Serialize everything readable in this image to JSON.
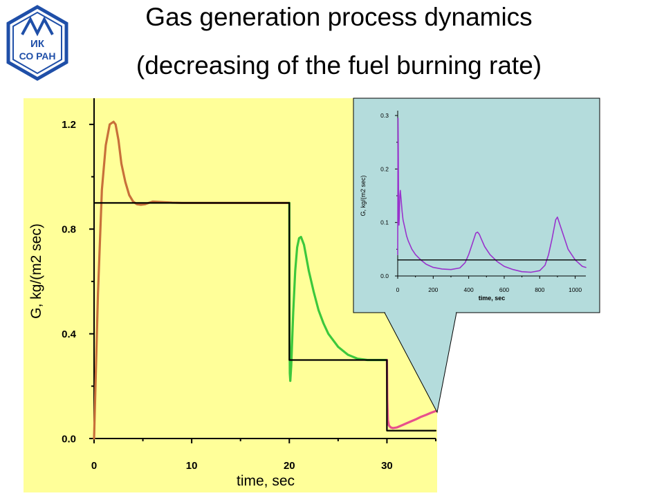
{
  "slide": {
    "title_line_1": "Gas generation process dynamics",
    "title_line_2": "(decreasing of the fuel burning rate)",
    "logo_text_line_1": "ИК",
    "logo_text_line_2": "СО РАН"
  },
  "colors": {
    "main_plot_background": "#ffff99",
    "inset_background": "#b4dcdc",
    "logo_blue": "#1f4fa8",
    "stage1_curve": "#c8703a",
    "stage2_curve": "#3cc83c",
    "stage3_curve": "#e8508c",
    "inset_curve": "#9932cc",
    "reference_line": "#000000"
  },
  "chart_data": [
    {
      "id": "main",
      "type": "line",
      "title": "",
      "xlabel": "time, sec",
      "ylabel": "G, kg/(m2 sec)",
      "xlim": [
        0,
        35
      ],
      "ylim": [
        0,
        1.3
      ],
      "x_ticks": [
        0,
        10,
        20,
        30
      ],
      "x_tick_labels": [
        "0",
        "10",
        "20",
        "30"
      ],
      "y_ticks": [
        0,
        0.4,
        0.8,
        1.2
      ],
      "y_tick_labels": [
        "0.0",
        "0.4",
        "0.8",
        "1.2"
      ],
      "grid": false,
      "legend": "none",
      "series": [
        {
          "color": "#c8703a",
          "x": [
            0,
            0.4,
            0.8,
            1.2,
            1.6,
            2.0,
            2.2,
            2.5,
            2.8,
            3.2,
            3.6,
            4.0,
            4.4,
            4.8,
            5.2,
            5.6,
            6.0,
            7.0,
            8.0,
            9.0,
            10.0,
            12.0,
            14.0,
            16.0,
            18.0,
            20.0
          ],
          "y": [
            0,
            0.55,
            0.95,
            1.12,
            1.2,
            1.21,
            1.2,
            1.14,
            1.05,
            0.98,
            0.93,
            0.905,
            0.895,
            0.893,
            0.895,
            0.9,
            0.905,
            0.903,
            0.901,
            0.9,
            0.9,
            0.9,
            0.9,
            0.9,
            0.9,
            0.9
          ]
        },
        {
          "color": "#3cc83c",
          "x": [
            20.0,
            20.02,
            20.05,
            20.1,
            20.2,
            20.4,
            20.6,
            20.8,
            21.0,
            21.2,
            21.5,
            22.0,
            22.5,
            23.0,
            23.5,
            24.0,
            25.0,
            26.0,
            27.0,
            28.0,
            29.0,
            30.0
          ],
          "y": [
            0.9,
            0.5,
            0.25,
            0.22,
            0.28,
            0.48,
            0.64,
            0.73,
            0.765,
            0.77,
            0.74,
            0.64,
            0.56,
            0.49,
            0.44,
            0.4,
            0.35,
            0.32,
            0.305,
            0.3,
            0.3,
            0.3
          ]
        },
        {
          "color": "#e8508c",
          "x": [
            30.0,
            30.03,
            30.1,
            30.2,
            30.4,
            30.6,
            31.0,
            31.5,
            32.0,
            32.5,
            33.0,
            33.5,
            34.0,
            34.5,
            35.0
          ],
          "y": [
            0.3,
            0.15,
            0.07,
            0.05,
            0.042,
            0.04,
            0.042,
            0.05,
            0.058,
            0.066,
            0.074,
            0.083,
            0.09,
            0.098,
            0.105
          ]
        },
        {
          "color": "#000000",
          "x": [
            0.1,
            20.0,
            20.0,
            30.0,
            30.0,
            35.0
          ],
          "y": [
            0.9,
            0.9,
            0.3,
            0.3,
            0.03,
            0.03
          ]
        }
      ]
    },
    {
      "id": "inset",
      "type": "line",
      "title": "",
      "xlabel": "time, sec",
      "ylabel": "G, kg/(m2 sec)",
      "xlim": [
        0,
        1060
      ],
      "ylim": [
        0,
        0.3
      ],
      "x_ticks": [
        0,
        200,
        400,
        600,
        800,
        1000
      ],
      "x_tick_labels": [
        "0",
        "200",
        "400",
        "600",
        "800",
        "1000"
      ],
      "y_ticks": [
        0,
        0.1,
        0.2,
        0.3
      ],
      "y_tick_labels": [
        "0.0",
        "0.1",
        "0.2",
        "0.3"
      ],
      "grid": false,
      "legend": "none",
      "series": [
        {
          "color": "#9932cc",
          "x": [
            0,
            1,
            2,
            3,
            5,
            7,
            9,
            12,
            15,
            20,
            25,
            30,
            40,
            50,
            60,
            80,
            100,
            130,
            160,
            200,
            250,
            300,
            350,
            380,
            400,
            420,
            440,
            450,
            460,
            470,
            490,
            520,
            560,
            600,
            650,
            700,
            750,
            800,
            830,
            850,
            870,
            890,
            900,
            910,
            930,
            960,
            1000,
            1040,
            1060
          ],
          "y": [
            0.04,
            0.22,
            0.295,
            0.25,
            0.13,
            0.095,
            0.11,
            0.15,
            0.16,
            0.14,
            0.12,
            0.105,
            0.09,
            0.075,
            0.065,
            0.05,
            0.04,
            0.03,
            0.022,
            0.016,
            0.013,
            0.012,
            0.015,
            0.025,
            0.04,
            0.06,
            0.08,
            0.082,
            0.078,
            0.07,
            0.055,
            0.04,
            0.027,
            0.018,
            0.012,
            0.008,
            0.007,
            0.01,
            0.02,
            0.04,
            0.07,
            0.105,
            0.11,
            0.1,
            0.08,
            0.05,
            0.03,
            0.018,
            0.016
          ]
        },
        {
          "color": "#000000",
          "x": [
            0,
            1060
          ],
          "y": [
            0.03,
            0.03
          ]
        }
      ]
    }
  ]
}
